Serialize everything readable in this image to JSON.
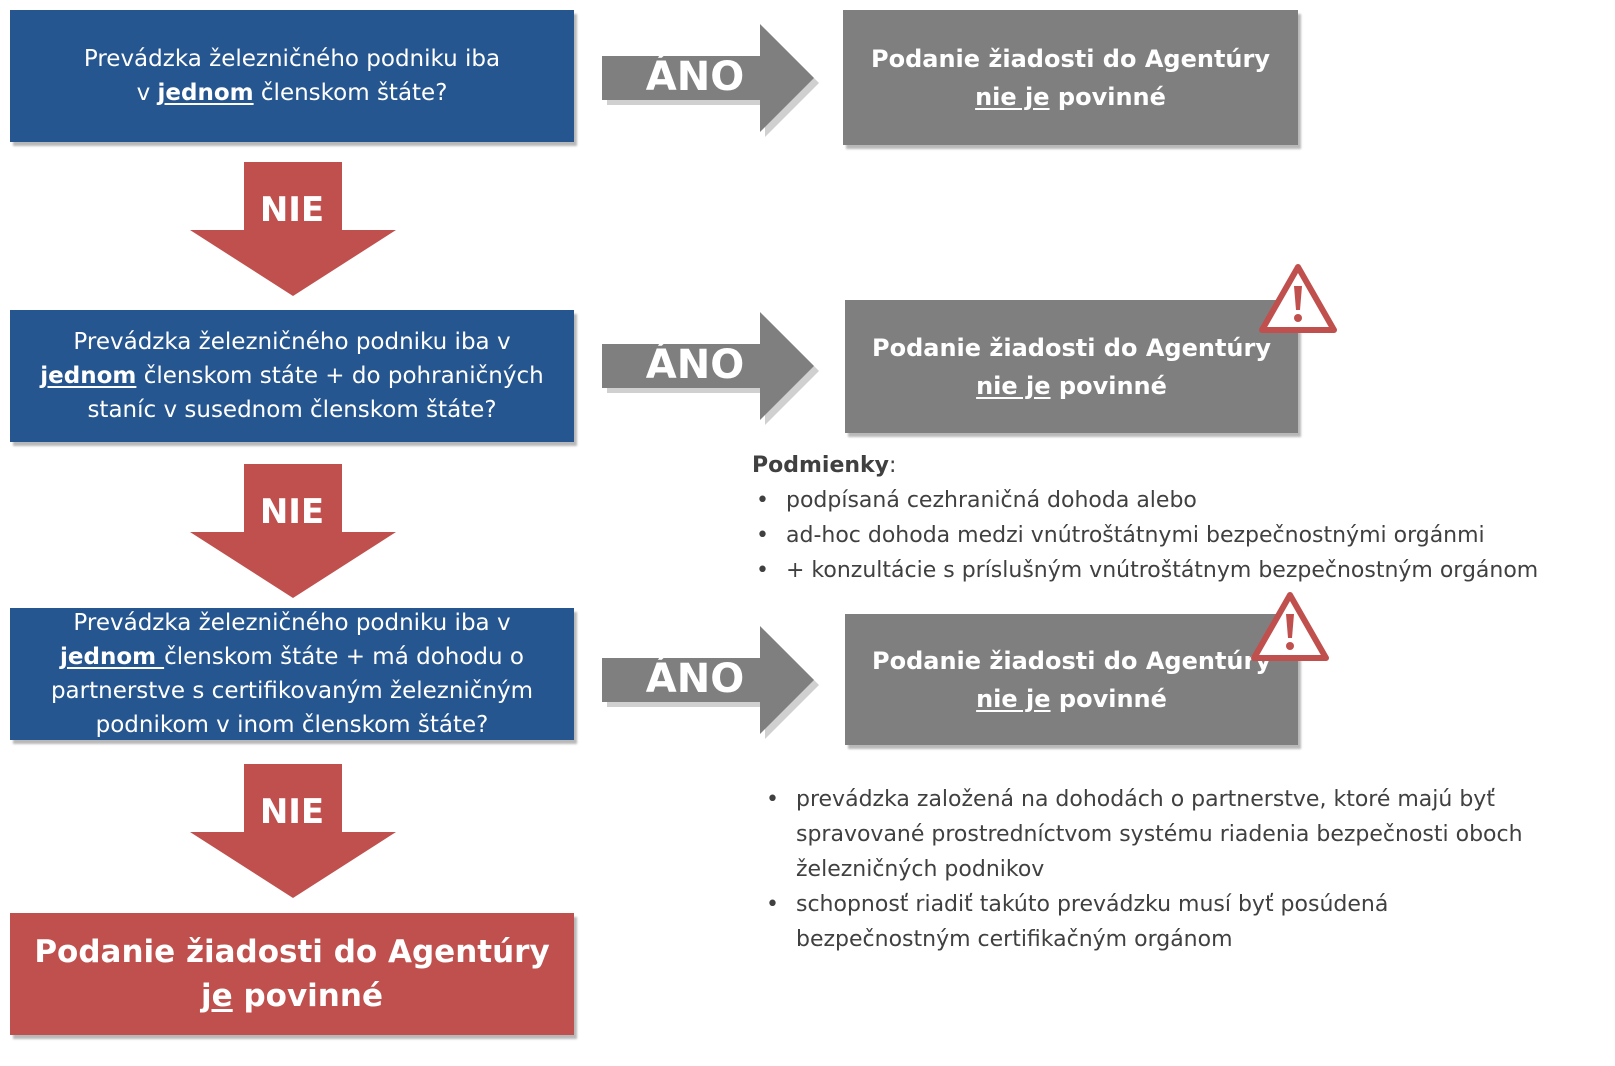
{
  "questions": [
    {
      "l1": "Prevádzka železničného podniku iba",
      "l2_pre": "v ",
      "l2_u": "jednom",
      "l2_post": " členskom štáte?"
    },
    {
      "l1": "Prevádzka železničného podniku iba v",
      "l2_u": "jednom",
      "l2_post": " členskom státe + do pohraničných",
      "l3": "staníc v susednom členskom štáte?"
    },
    {
      "l1": "Prevádzka železničného podniku iba v",
      "l2_u": "jednom ",
      "l2_post": "členskom štáte + má dohodu o",
      "l3": "partnerstve s certifikovaným železničným",
      "l4": "podnikom v inom členskom štáte?"
    }
  ],
  "yes_label": "ÁNO",
  "no_label": "NIE",
  "result": {
    "title": "Podanie žiadosti do Agentúry",
    "not_u": "nie je",
    "not_rest": " povinné"
  },
  "final": {
    "title": "Podanie žiadosti do Agentúry",
    "u": "je",
    "rest": " povinné"
  },
  "conditions1": {
    "heading": "Podmienky",
    "heading_suffix": ":",
    "items": [
      "podpísaná cezhraničná dohoda alebo",
      "ad-hoc dohoda medzi vnútroštátnymi bezpečnostnými orgánmi",
      "+ konzultácie s príslušným vnútroštátnym bezpečnostným orgánom"
    ]
  },
  "conditions2": {
    "items": [
      "prevádzka založená na dohodách o partnerstve, ktoré majú byť spravované prostredníctvom systému riadenia bezpečnosti oboch železničných podnikov",
      "schopnosť riadiť takúto prevádzku musí byť posúdená bezpečnostným certifikačným orgánom"
    ]
  },
  "colors": {
    "question": "#26568f",
    "result": "#7f7f7f",
    "final": "#c0504d",
    "yes_arrow": "#7f7f7f",
    "no_arrow": "#c0504d",
    "warning": "#c0504d"
  },
  "icons": {
    "warning": "warning-triangle-icon"
  }
}
